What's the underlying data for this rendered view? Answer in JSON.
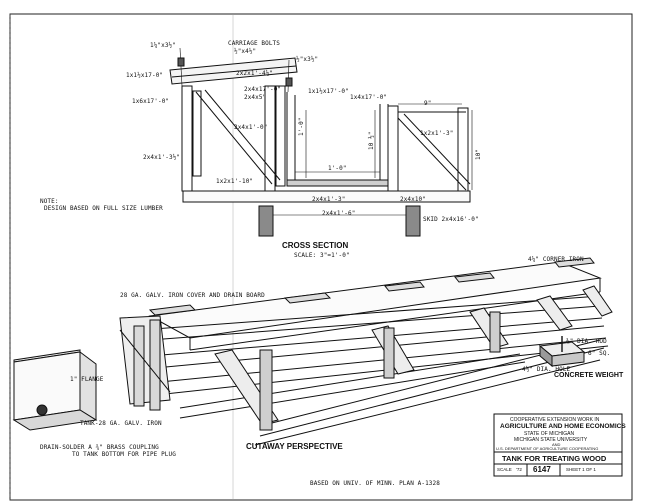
{
  "cross_section": {
    "title": "CROSS SECTION",
    "scale": "SCALE: 3\"=1'-0\"",
    "labels": {
      "bolt_a": "1¼\"x3½\"",
      "carriage_bolts": "CARRIAGE BOLTS",
      "carriage_bolts_size": "½\"x4½\"",
      "bolt_b": "½\"x3½\"",
      "l1": "1x1½x17-0\"",
      "l2": "2x2x1'-4½\"",
      "l3": "2x4x17'-0\"",
      "l4": "1x6x17'-0\"",
      "l5": "2x4x5\"",
      "l6": "1x1½x17'-0\"",
      "l7": "1x4x17'-0\"",
      "l8": "2x4x1'-0\"",
      "l9": "9\"",
      "l10": "1x2x1'-3\"",
      "l11": "2x4x1'-3½\"",
      "l12": "1'-0\"",
      "l13": "10 ½\"",
      "l14": "10\"",
      "l15": "1x2x1'-10\"",
      "l16": "1'-0\"",
      "l17": "2x4x1'-3\"",
      "l18": "2x4x10\"",
      "l19": "2x4x1'-6\"",
      "skid": "SKID  2x4x16'-0\""
    }
  },
  "note": {
    "title": "NOTE:",
    "text": "DESIGN BASED ON FULL SIZE LUMBER"
  },
  "cutaway": {
    "title": "CUTAWAY PERSPECTIVE",
    "cover_label": "28 GA. GALV. IRON COVER AND DRAIN BOARD",
    "corner_iron": "4¼\" CORNER IRON",
    "flange": "1\" FLANGE",
    "tank": "TANK-28 GA. GALV. IRON",
    "drain_1": "DRAIN-SOLDER A ¾\" BRASS COUPLING",
    "drain_2": "TO TANK BOTTOM FOR PIPE PLUG"
  },
  "concrete": {
    "title": "CONCRETE WEIGHT",
    "rod": "⅜\" DIA. ROD",
    "square": "6\" SQ.",
    "hole": "4½\" DIA. HOLE"
  },
  "title_block": {
    "line1": "COOPERATIVE EXTENSION WORK IN",
    "line2": "AGRICULTURE AND HOME ECONOMICS",
    "line3": "STATE OF MICHIGAN",
    "line4": "MICHIGAN STATE UNIVERSITY",
    "line5": "AND",
    "line6": "U.S. DEPARTMENT OF AGRICULTURE COOPERATING",
    "drawing_title": "TANK FOR TREATING WOOD",
    "scale_label": "SCALE",
    "year": "'72",
    "number": "6147",
    "sheet": "SHEET 1 OF 1"
  },
  "footer": "BASED ON UNIV. OF MINN. PLAN A-1328"
}
